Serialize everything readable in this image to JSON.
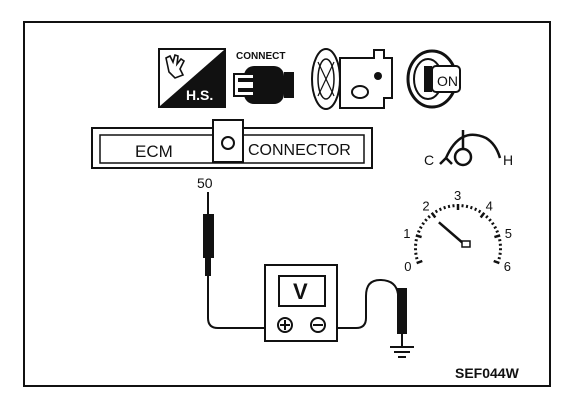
{
  "icons": {
    "hs_label": "H.S.",
    "connect_label": "CONNECT",
    "ignition_label": "ON"
  },
  "connector": {
    "left_label": "ECM",
    "right_label": "CONNECTOR"
  },
  "terminal": {
    "number": "50"
  },
  "temperature": {
    "cold_label": "C",
    "hot_label": "H"
  },
  "gauge": {
    "scale_labels": [
      "0",
      "1",
      "2",
      "3",
      "4",
      "5",
      "6"
    ],
    "needle_value": 2
  },
  "voltmeter": {
    "unit": "V",
    "positive_symbol": "+",
    "negative_symbol": "−"
  },
  "figure_code": "SEF044W"
}
